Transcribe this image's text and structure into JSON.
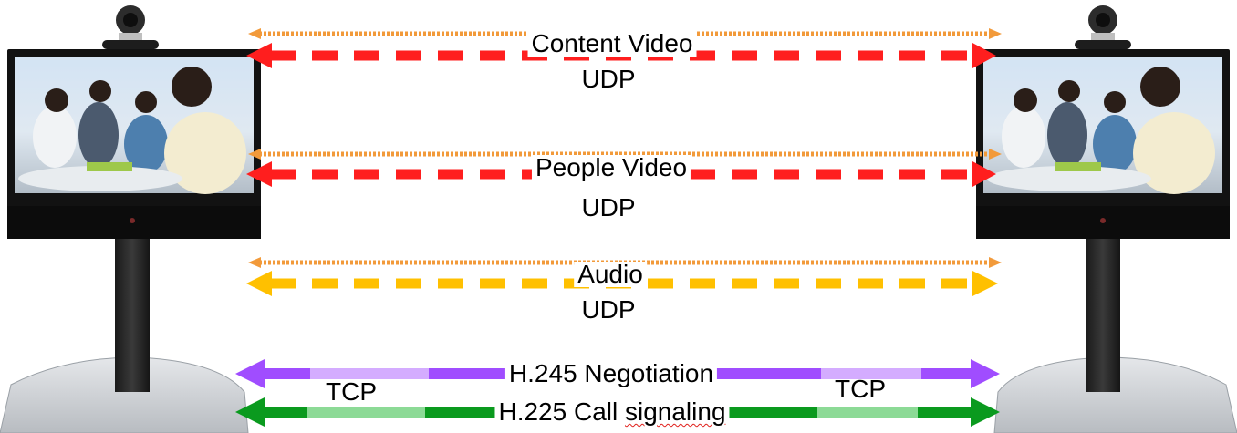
{
  "diagram": {
    "streams": [
      {
        "name": "Content Video",
        "protocol": "UDP",
        "color": "#ff1e1e",
        "outline_color": "#f29a3a"
      },
      {
        "name": "People Video",
        "protocol": "UDP",
        "color": "#ff1e1e",
        "outline_color": "#f29a3a"
      },
      {
        "name": "Audio",
        "protocol": "UDP",
        "color": "#ffc000",
        "outline_color": "#f29a3a"
      }
    ],
    "signaling": [
      {
        "name": "H.245 Negotiation",
        "color": "#a04dff",
        "highlight": "#e6ccff"
      },
      {
        "name_prefix": "H.225 Call ",
        "name_squiggle": "signaling",
        "color": "#0a9a1e",
        "highlight": "#b8efbf"
      }
    ],
    "signaling_protocol_left": "TCP",
    "signaling_protocol_right": "TCP",
    "endpoints": [
      "endpoint-left",
      "endpoint-right"
    ]
  }
}
